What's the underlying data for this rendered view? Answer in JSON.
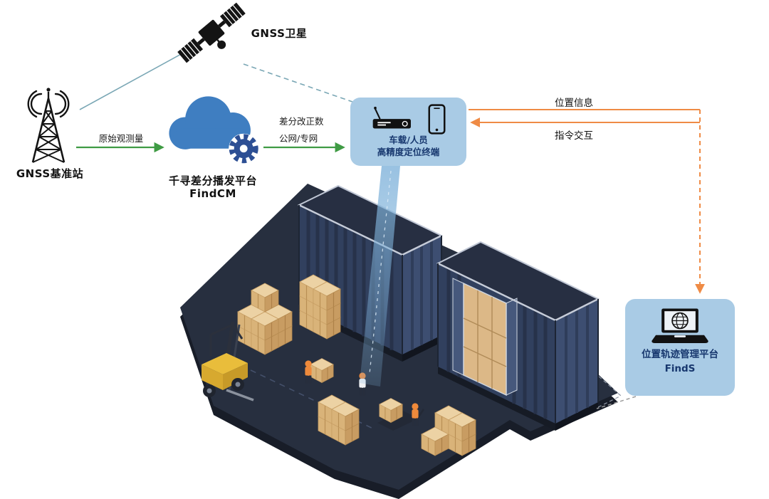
{
  "nodes": {
    "satellite": {
      "label": "GNSS卫星"
    },
    "base_station": {
      "label": "GNSS基准站"
    },
    "cloud": {
      "title": "千寻差分播发平台",
      "subtitle": "FindCM"
    },
    "terminal": {
      "line1": "车载/人员",
      "line2": "高精度定位终端"
    },
    "management": {
      "title": "位置轨迹管理平台",
      "subtitle": "FindS"
    }
  },
  "edges": {
    "raw_observation": {
      "label": "原始观测量"
    },
    "differential_correction": {
      "line1": "差分改正数",
      "line2": "公网/专网"
    },
    "position_info": {
      "label": "位置信息"
    },
    "command_interaction": {
      "label": "指令交互"
    }
  },
  "icons": {
    "satellite": "satellite-icon",
    "base_station": "radio-tower-icon",
    "cloud": "cloud-gear-icon",
    "terminal": "receiver-and-phone-icon",
    "management": "laptop-globe-icon"
  },
  "colors": {
    "green_arrow": "#3f9b44",
    "orange_arrow": "#ef8b45",
    "teal_line": "#7aa7b5",
    "box_bg": "#a9cbe5",
    "box_text": "#17376e",
    "cloud_blue": "#3f7ec1",
    "gear_blue": "#2d4f94",
    "floor_dark": "#272f3f",
    "container_blue": "#31405e",
    "carton_tan": "#d9b379",
    "forklift_yellow": "#e9bd3b",
    "beam_blue": "#7fb2da"
  }
}
